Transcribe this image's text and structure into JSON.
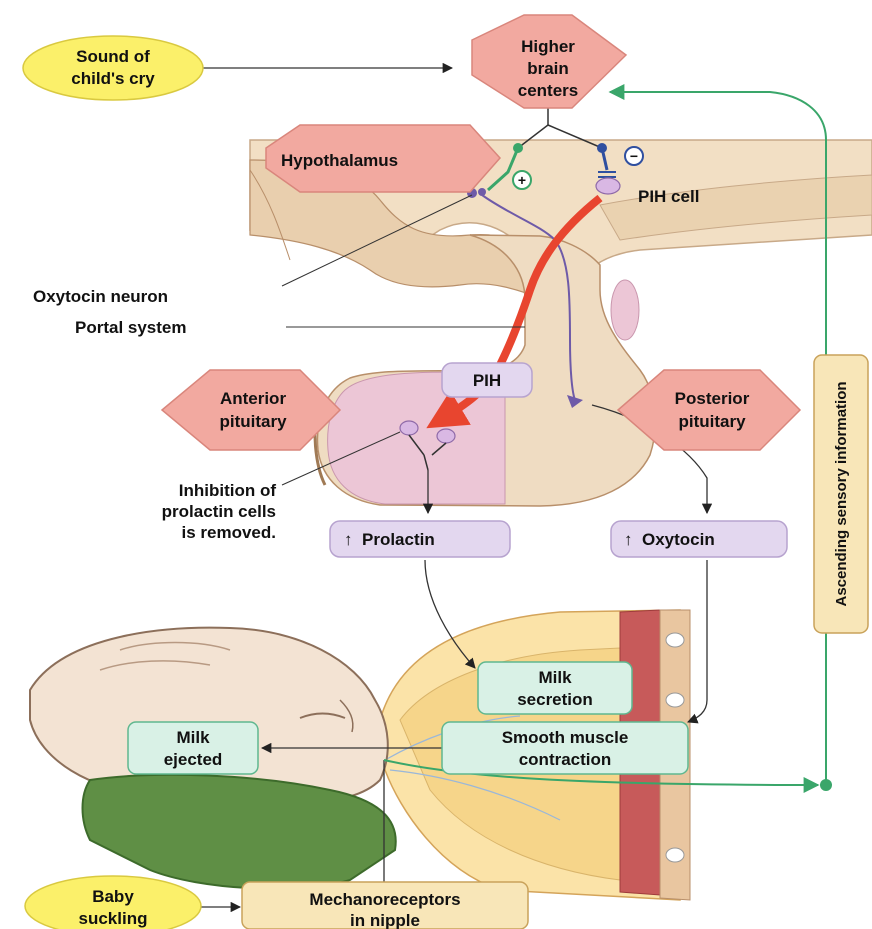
{
  "nodes": {
    "sound_cry": [
      "Sound of",
      "child's cry"
    ],
    "higher_brain": [
      "Higher",
      "brain",
      "centers"
    ],
    "hypothalamus": [
      "Hypothalamus"
    ],
    "pih_cell": "PIH cell",
    "oxytocin_neuron": "Oxytocin neuron",
    "portal_system": "Portal system",
    "pih": "PIH",
    "anterior_pituitary": [
      "Anterior",
      "pituitary"
    ],
    "posterior_pituitary": [
      "Posterior",
      "pituitary"
    ],
    "inhibition": [
      "Inhibition of",
      "prolactin cells",
      "is removed."
    ],
    "prolactin": "Prolactin",
    "oxytocin": "Oxytocin",
    "milk_secretion": [
      "Milk",
      "secretion"
    ],
    "smooth_muscle": [
      "Smooth muscle",
      "contraction"
    ],
    "milk_ejected": [
      "Milk",
      "ejected"
    ],
    "baby_suckling": [
      "Baby",
      "suckling"
    ],
    "mechanoreceptors": [
      "Mechanoreceptors",
      "in nipple"
    ],
    "ascending": "Ascending sensory information"
  },
  "symbols": {
    "up_arrow": "↑",
    "plus": "+",
    "minus": "−"
  },
  "colors": {
    "diamond_fill": "#f2a9a0",
    "diamond_stroke": "#d9867c",
    "oval_fill": "#fbf06a",
    "tan_box": "#f8e6b8",
    "tan_stroke": "#c9a25a",
    "purple_box": "#e3d7ef",
    "purple_stroke": "#b7a3cf",
    "teal_box": "#d9f1e6",
    "teal_stroke": "#5fb78f",
    "green_arrow": "#3aa66a",
    "red_arrow": "#e8452f",
    "neuron_purple": "#6e5aa8"
  }
}
